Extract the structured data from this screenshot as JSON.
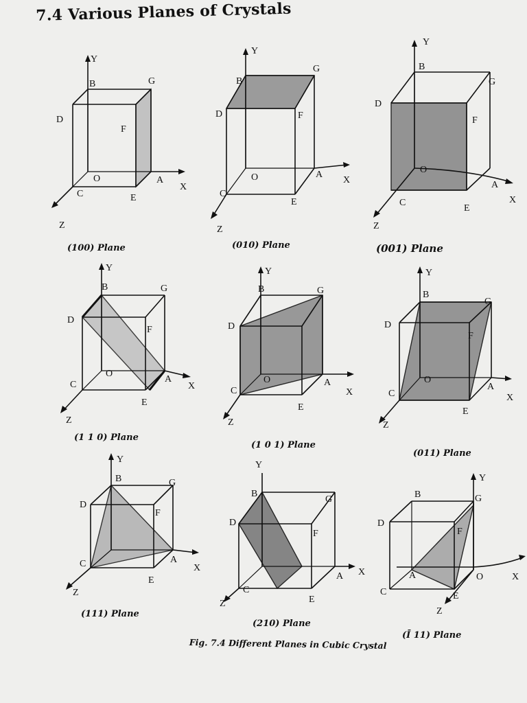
{
  "heading": {
    "number": "7.4",
    "title": "Various Planes of Crystals"
  },
  "figure_caption": "Fig. 7.4 Different Planes in Cubic Crystal",
  "point_labels": {
    "O": "O",
    "A": "A",
    "B": "B",
    "C": "C",
    "D": "D",
    "E": "E",
    "F": "F",
    "G": "G",
    "X": "X",
    "Y": "Y",
    "Z": "Z"
  },
  "panels": [
    {
      "caption": "(100) Plane"
    },
    {
      "caption": "(010) Plane"
    },
    {
      "caption": "(001) Plane"
    },
    {
      "caption": "(1 1 0) Plane"
    },
    {
      "caption": "(1 0 1) Plane"
    },
    {
      "caption": "(011) Plane"
    },
    {
      "caption": "(111) Plane"
    },
    {
      "caption": "(210) Plane"
    },
    {
      "caption": "(Ī 11) Plane"
    }
  ],
  "colors": {
    "ink": "#111111",
    "paper": "#efefed",
    "plane_fill": "#9a9a9a"
  }
}
